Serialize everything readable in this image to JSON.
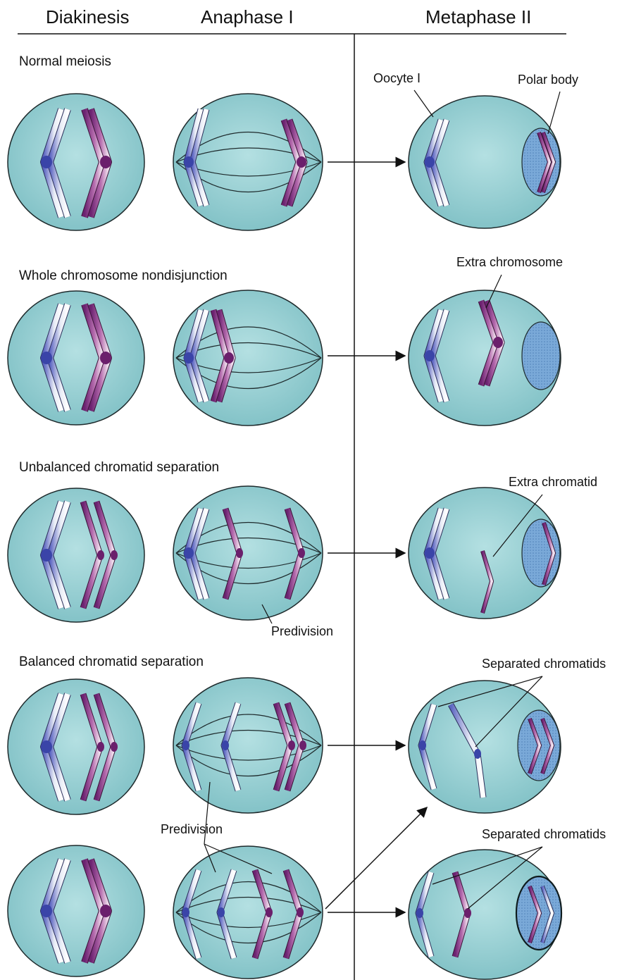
{
  "headers": {
    "diakinesis": "Diakinesis",
    "anaphase": "Anaphase I",
    "metaphase": "Metaphase II"
  },
  "sections": {
    "normal": "Normal meiosis",
    "whole": "Whole chromosome nondisjunction",
    "unbalanced": "Unbalanced chromatid separation",
    "balanced": "Balanced chromatid separation"
  },
  "labels": {
    "oocyte": "Oocyte I",
    "polar_body": "Polar body",
    "extra_chromosome": "Extra chromosome",
    "extra_chromatid": "Extra chromatid",
    "predivision_1": "Predivision",
    "predivision_2": "Predivision",
    "separated_1": "Separated chromatids",
    "separated_2": "Separated chromatids"
  },
  "colors": {
    "cell": "#8fcace",
    "cell_edge": "#1e2a2c",
    "blue": "#4b56b4",
    "purple": "#7a2c78",
    "polar": "#6f9ed2"
  }
}
